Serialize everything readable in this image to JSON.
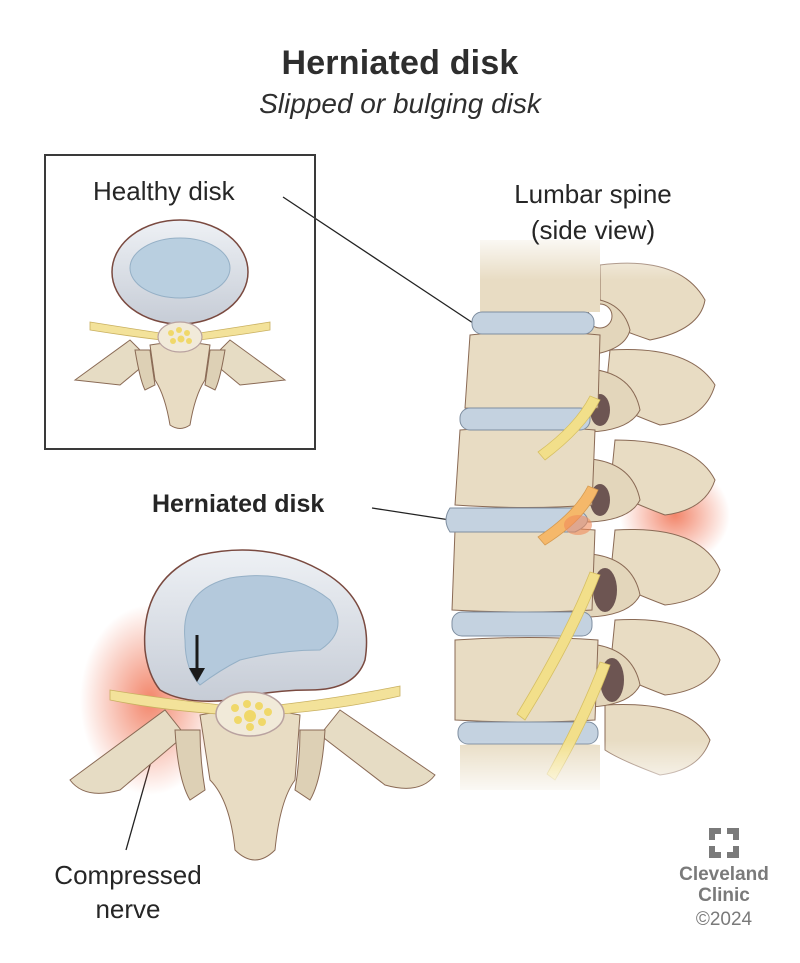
{
  "header": {
    "title": "Herniated disk",
    "subtitle": "Slipped or bulging disk"
  },
  "labels": {
    "healthy_disk": "Healthy disk",
    "lumbar_spine_line1": "Lumbar spine",
    "lumbar_spine_line2": "(side view)",
    "herniated_disk": "Herniated disk",
    "compressed_nerve_line1": "Compressed",
    "compressed_nerve_line2": "nerve"
  },
  "branding": {
    "logo_icon": "cleveland-clinic-cross-icon",
    "name_line1": "Cleveland",
    "name_line2": "Clinic",
    "copyright": "©2024"
  },
  "colors": {
    "bone": "#e8dcc3",
    "bone_outline": "#8a6a55",
    "disk": "#c9d6e3",
    "disk_nucleus": "#a9c2d8",
    "nerve": "#f2df8a",
    "inflammation": "#f08a6a",
    "text": "#2b2b2b",
    "logo_gray": "#7a7a7a"
  }
}
